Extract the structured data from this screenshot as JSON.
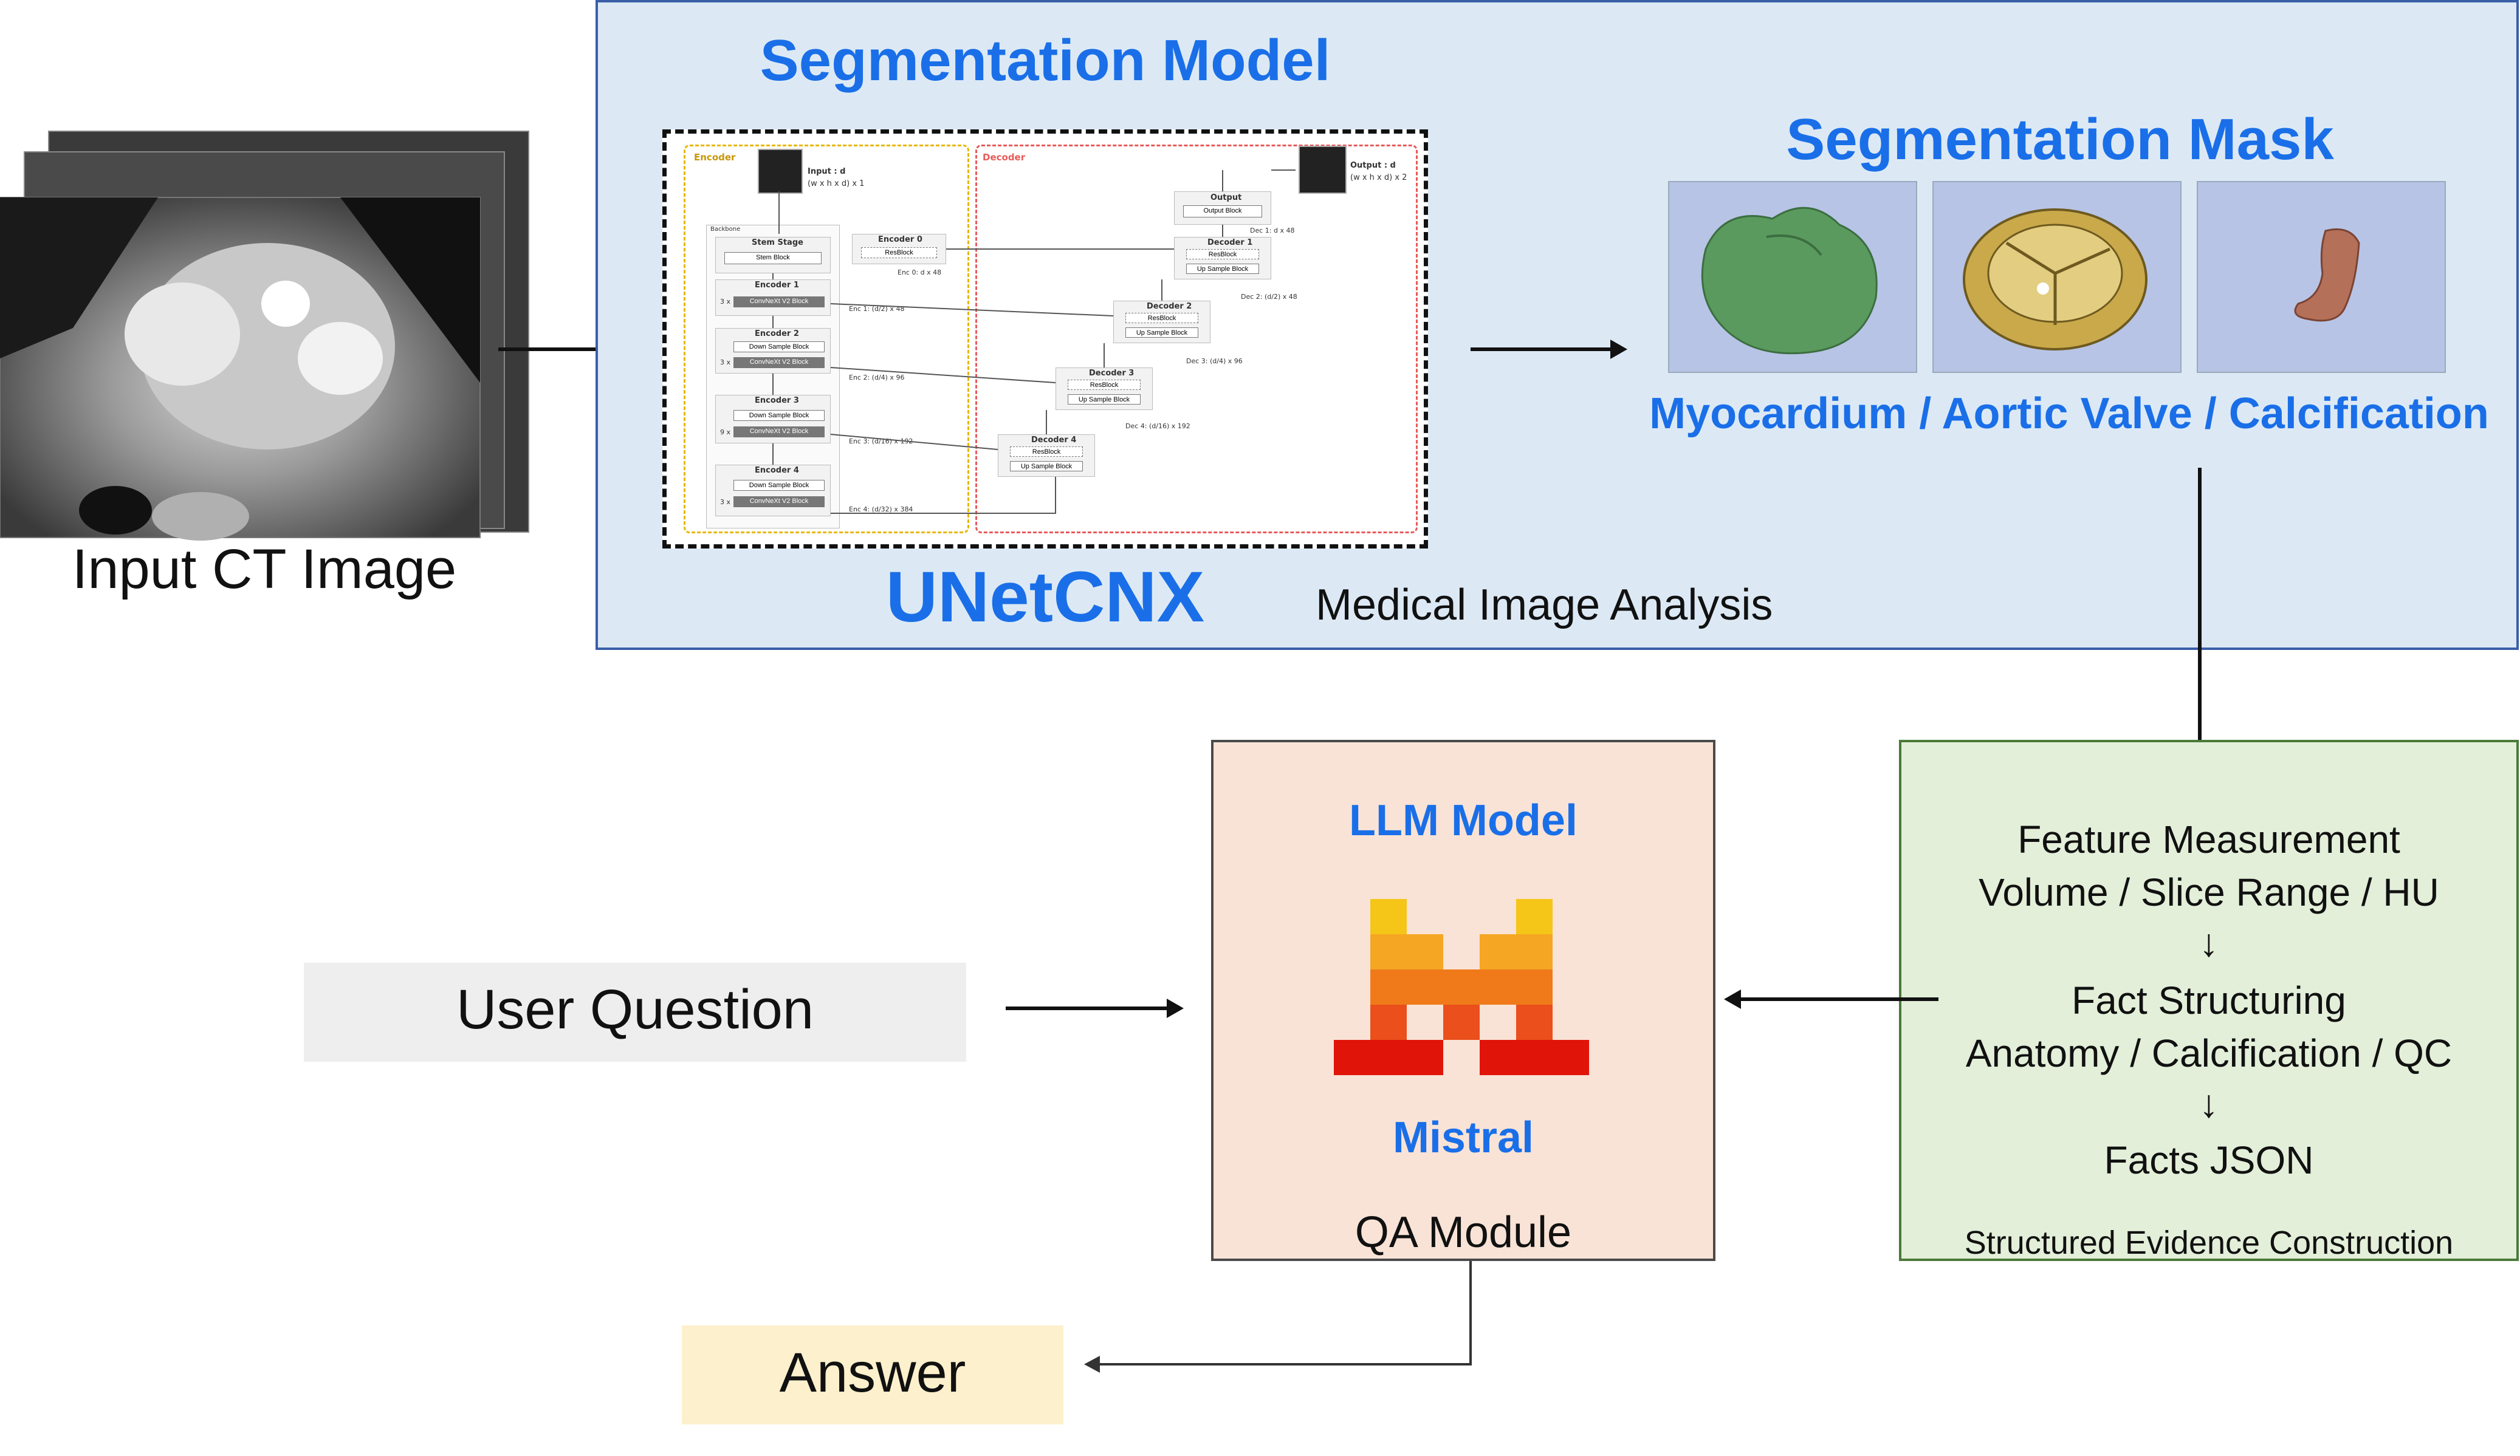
{
  "input": {
    "label": "Input CT Image"
  },
  "segmentation_panel": {
    "title": "Segmentation Model",
    "model_name": "UNetCNX",
    "subtitle": "Medical Image Analysis"
  },
  "unet_diagram": {
    "encoder_label": "Encoder",
    "decoder_label": "Decoder",
    "input_text": "Input : d",
    "input_dims": "(w x h x d) x 1",
    "output_text": "Output : d",
    "output_dims": "(w x h x d) x 2",
    "output_block": "Output",
    "output_block_inner": "Output Block",
    "backbone": "Backbone",
    "stem_stage": "Stem Stage",
    "stem_block": "Stem Block",
    "encoder0": "Encoder 0",
    "resblock": "ResBlock",
    "enc0": "Enc 0: d x 48",
    "encoder1": "Encoder 1",
    "encoder2": "Encoder 2",
    "encoder3": "Encoder 3",
    "encoder4": "Encoder 4",
    "convnext": "ConvNeXt V2 Block",
    "downsample": "Down Sample Block",
    "upsample": "Up Sample Block",
    "rep3": "3 x",
    "rep9": "9 x",
    "enc1": "Enc 1: (d/2) x 48",
    "enc2": "Enc 2: (d/4) x 96",
    "enc3": "Enc 3: (d/16) x 192",
    "enc4": "Enc 4: (d/32) x 384",
    "decoder1": "Decoder 1",
    "decoder2": "Decoder 2",
    "decoder3": "Decoder 3",
    "decoder4": "Decoder 4",
    "dec1": "Dec 1: d x 48",
    "dec2": "Dec 2: (d/2) x 48",
    "dec3": "Dec 3: (d/4) x 96",
    "dec4": "Dec 4: (d/16) x 192"
  },
  "mask": {
    "title": "Segmentation Mask",
    "labels": "Myocardium / Aortic Valve / Calcification"
  },
  "evidence": {
    "line1": "Feature Measurement",
    "line2": "Volume / Slice Range / HU",
    "arrow": "↓",
    "line3": "Fact Structuring",
    "line4": "Anatomy / Calcification / QC",
    "line5": "Facts JSON",
    "caption": "Structured Evidence Construction"
  },
  "llm": {
    "title": "LLM Model",
    "name": "Mistral",
    "caption": "QA Module"
  },
  "user_question": "User Question",
  "answer": "Answer",
  "colors": {
    "accent_blue": "#1a6fe8",
    "panel_blue": "#dce9f5",
    "panel_green": "#e3efd9",
    "panel_peach": "#f9e3d6",
    "myocardium": "#5a9a5e",
    "valve": "#c9a94a",
    "calcification": "#b5705a"
  }
}
